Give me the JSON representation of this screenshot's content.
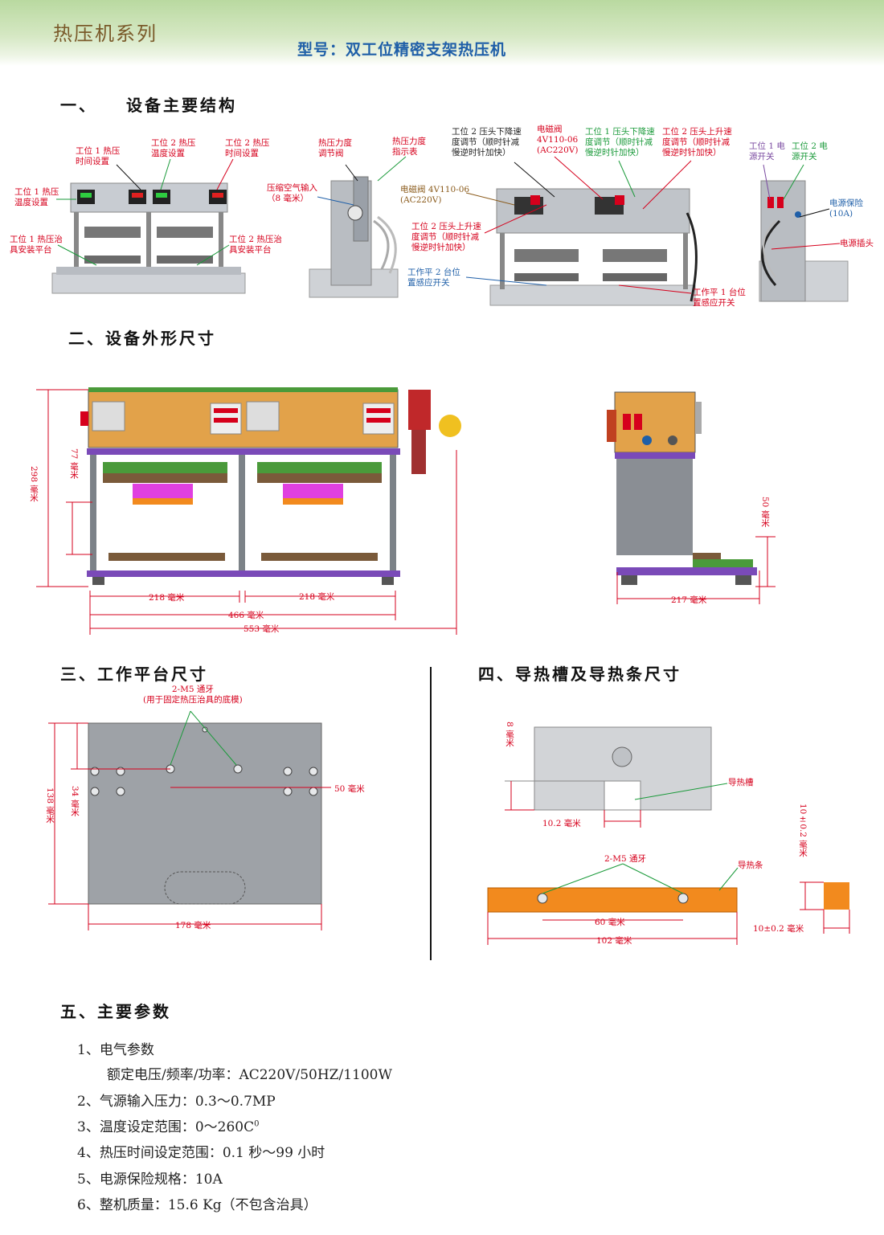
{
  "header": {
    "series": "热压机系列",
    "model": "型号：双工位精密支架热压机"
  },
  "section1": {
    "title": "一、　　设备主要结构",
    "front_labels": {
      "t1_time": "工位 1 热压\n时间设置",
      "t2_temp": "工位 2 热压\n温度设置",
      "t2_time": "工位 2 热压\n时间设置",
      "t1_temp": "工位 1 热压\n温度设置",
      "t1_fixture": "工位 1 热压治\n具安装平台",
      "t2_fixture": "工位 2 热压治\n具安装平台"
    },
    "side_labels": {
      "force_valve": "热压力度\n调节阀",
      "force_gauge": "热压力度\n指示表",
      "air_input": "压缩空气输入\n（8 毫米）"
    },
    "back_labels": {
      "t2_down": "工位 2 压头下降速\n度调节（顺时针减\n慢逆时针加快）",
      "solenoid_top": "电磁阀\n4V110-06\n(AC220V)",
      "t1_down": "工位 1 压头下降速\n度调节（顺时针减\n慢逆时针加快）",
      "t2_up_top": "工位 2 压头上升速\n度调节（顺时针减\n慢逆时针加快）",
      "solenoid_left": "电磁阀 4V110-06\n(AC220V)",
      "t2_up_left": "工位 2 压头上升速\n度调节（顺时针减\n慢逆时针加快）",
      "t2_sensor": "工作平 2 台位\n置感应开关",
      "t1_sensor": "工作平 1 台位\n置感应开关"
    },
    "right_labels": {
      "t1_switch": "工位 1 电\n源开关",
      "t2_switch": "工位 2 电\n源开关",
      "fuse": "电源保险\n(10A)",
      "plug": "电源插头"
    }
  },
  "section2": {
    "title": "二、设备外形尺寸",
    "dims": {
      "h298": "298 毫米",
      "h77": "77 毫米",
      "w218a": "218 毫米",
      "w218b": "218 毫米",
      "w466": "466 毫米",
      "w553": "553 毫米",
      "h50": "50 毫米",
      "w217": "217 毫米"
    }
  },
  "section3": {
    "title": "三、工作平台尺寸",
    "note": "2-M5 通牙\n(用于固定热压治具的底模)",
    "dims": {
      "h138": "138 毫米",
      "h34": "34 毫米",
      "w50": "50 毫米",
      "w178": "178 毫米"
    }
  },
  "section4": {
    "title": "四、导热槽及导热条尺寸",
    "groove_label": "导热槽",
    "bar_label": "导热条",
    "thread_label": "2-M5 通牙",
    "dims": {
      "h8": "8 毫米",
      "w10_2": "10.2 毫米",
      "w60": "60 毫米",
      "w102": "102 毫米",
      "h10v": "10±0.2 毫米",
      "w10h": "10±0.2 毫米"
    }
  },
  "section5": {
    "title": "五、主要参数",
    "items": [
      "1、电气参数",
      "额定电压/频率/功率：AC220V/50HZ/1100W",
      "2、气源输入压力：0.3～0.7MP",
      "3、温度设定范围：0～260C",
      "4、热压时间设定范围：0.1 秒～99 小时",
      "5、电源保险规格：10A",
      "6、整机质量：15.6 Kg（不包含治具）"
    ],
    "temp_sup": "0"
  },
  "colors": {
    "red": "#d6001c",
    "green": "#1a9a3a",
    "blue": "#1f5fa8",
    "orange": "#f28a1e",
    "housing": "#e2a24a",
    "purple": "#7a4ab8"
  }
}
